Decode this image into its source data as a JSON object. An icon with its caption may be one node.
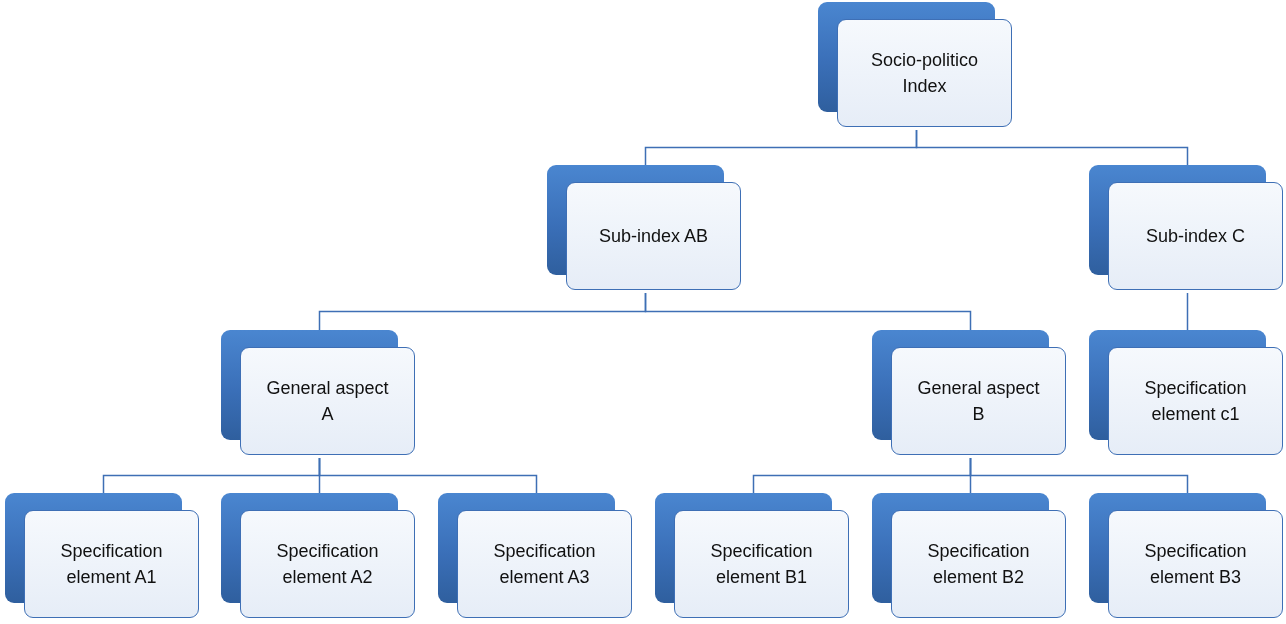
{
  "diagram": {
    "nodes": [
      {
        "text": [
          "Socio-politico Index"
        ]
      },
      {
        "text": [
          "Sub-index AB"
        ]
      },
      {
        "text": [
          "Sub-index C"
        ]
      },
      {
        "text": [
          "General aspect A"
        ]
      },
      {
        "text": [
          "General aspect B"
        ]
      },
      {
        "text": [
          "Specification element c1"
        ]
      },
      {
        "text": [
          "Specification element A1"
        ]
      },
      {
        "text": [
          "Specification element A2"
        ]
      },
      {
        "text": [
          "Specification element A3"
        ]
      },
      {
        "text": [
          "Specification element B1"
        ]
      },
      {
        "text": [
          "Specification element B2"
        ]
      },
      {
        "text": [
          "Specification element B3"
        ]
      }
    ],
    "edges": [
      {
        "from": 0,
        "to": 1,
        "arrow": "none"
      },
      {
        "from": 0,
        "to": 2,
        "arrow": "none"
      },
      {
        "from": 1,
        "to": 3,
        "arrow": "none"
      },
      {
        "from": 1,
        "to": 4,
        "arrow": "none"
      },
      {
        "from": 2,
        "to": 5,
        "arrow": "none"
      },
      {
        "from": 3,
        "to": 6,
        "arrow": "none"
      },
      {
        "from": 3,
        "to": 7,
        "arrow": "none"
      },
      {
        "from": 3,
        "to": 8,
        "arrow": "none"
      },
      {
        "from": 4,
        "to": 9,
        "arrow": "none"
      },
      {
        "from": 4,
        "to": 10,
        "arrow": "none"
      },
      {
        "from": 4,
        "to": 11,
        "arrow": "none"
      }
    ]
  }
}
